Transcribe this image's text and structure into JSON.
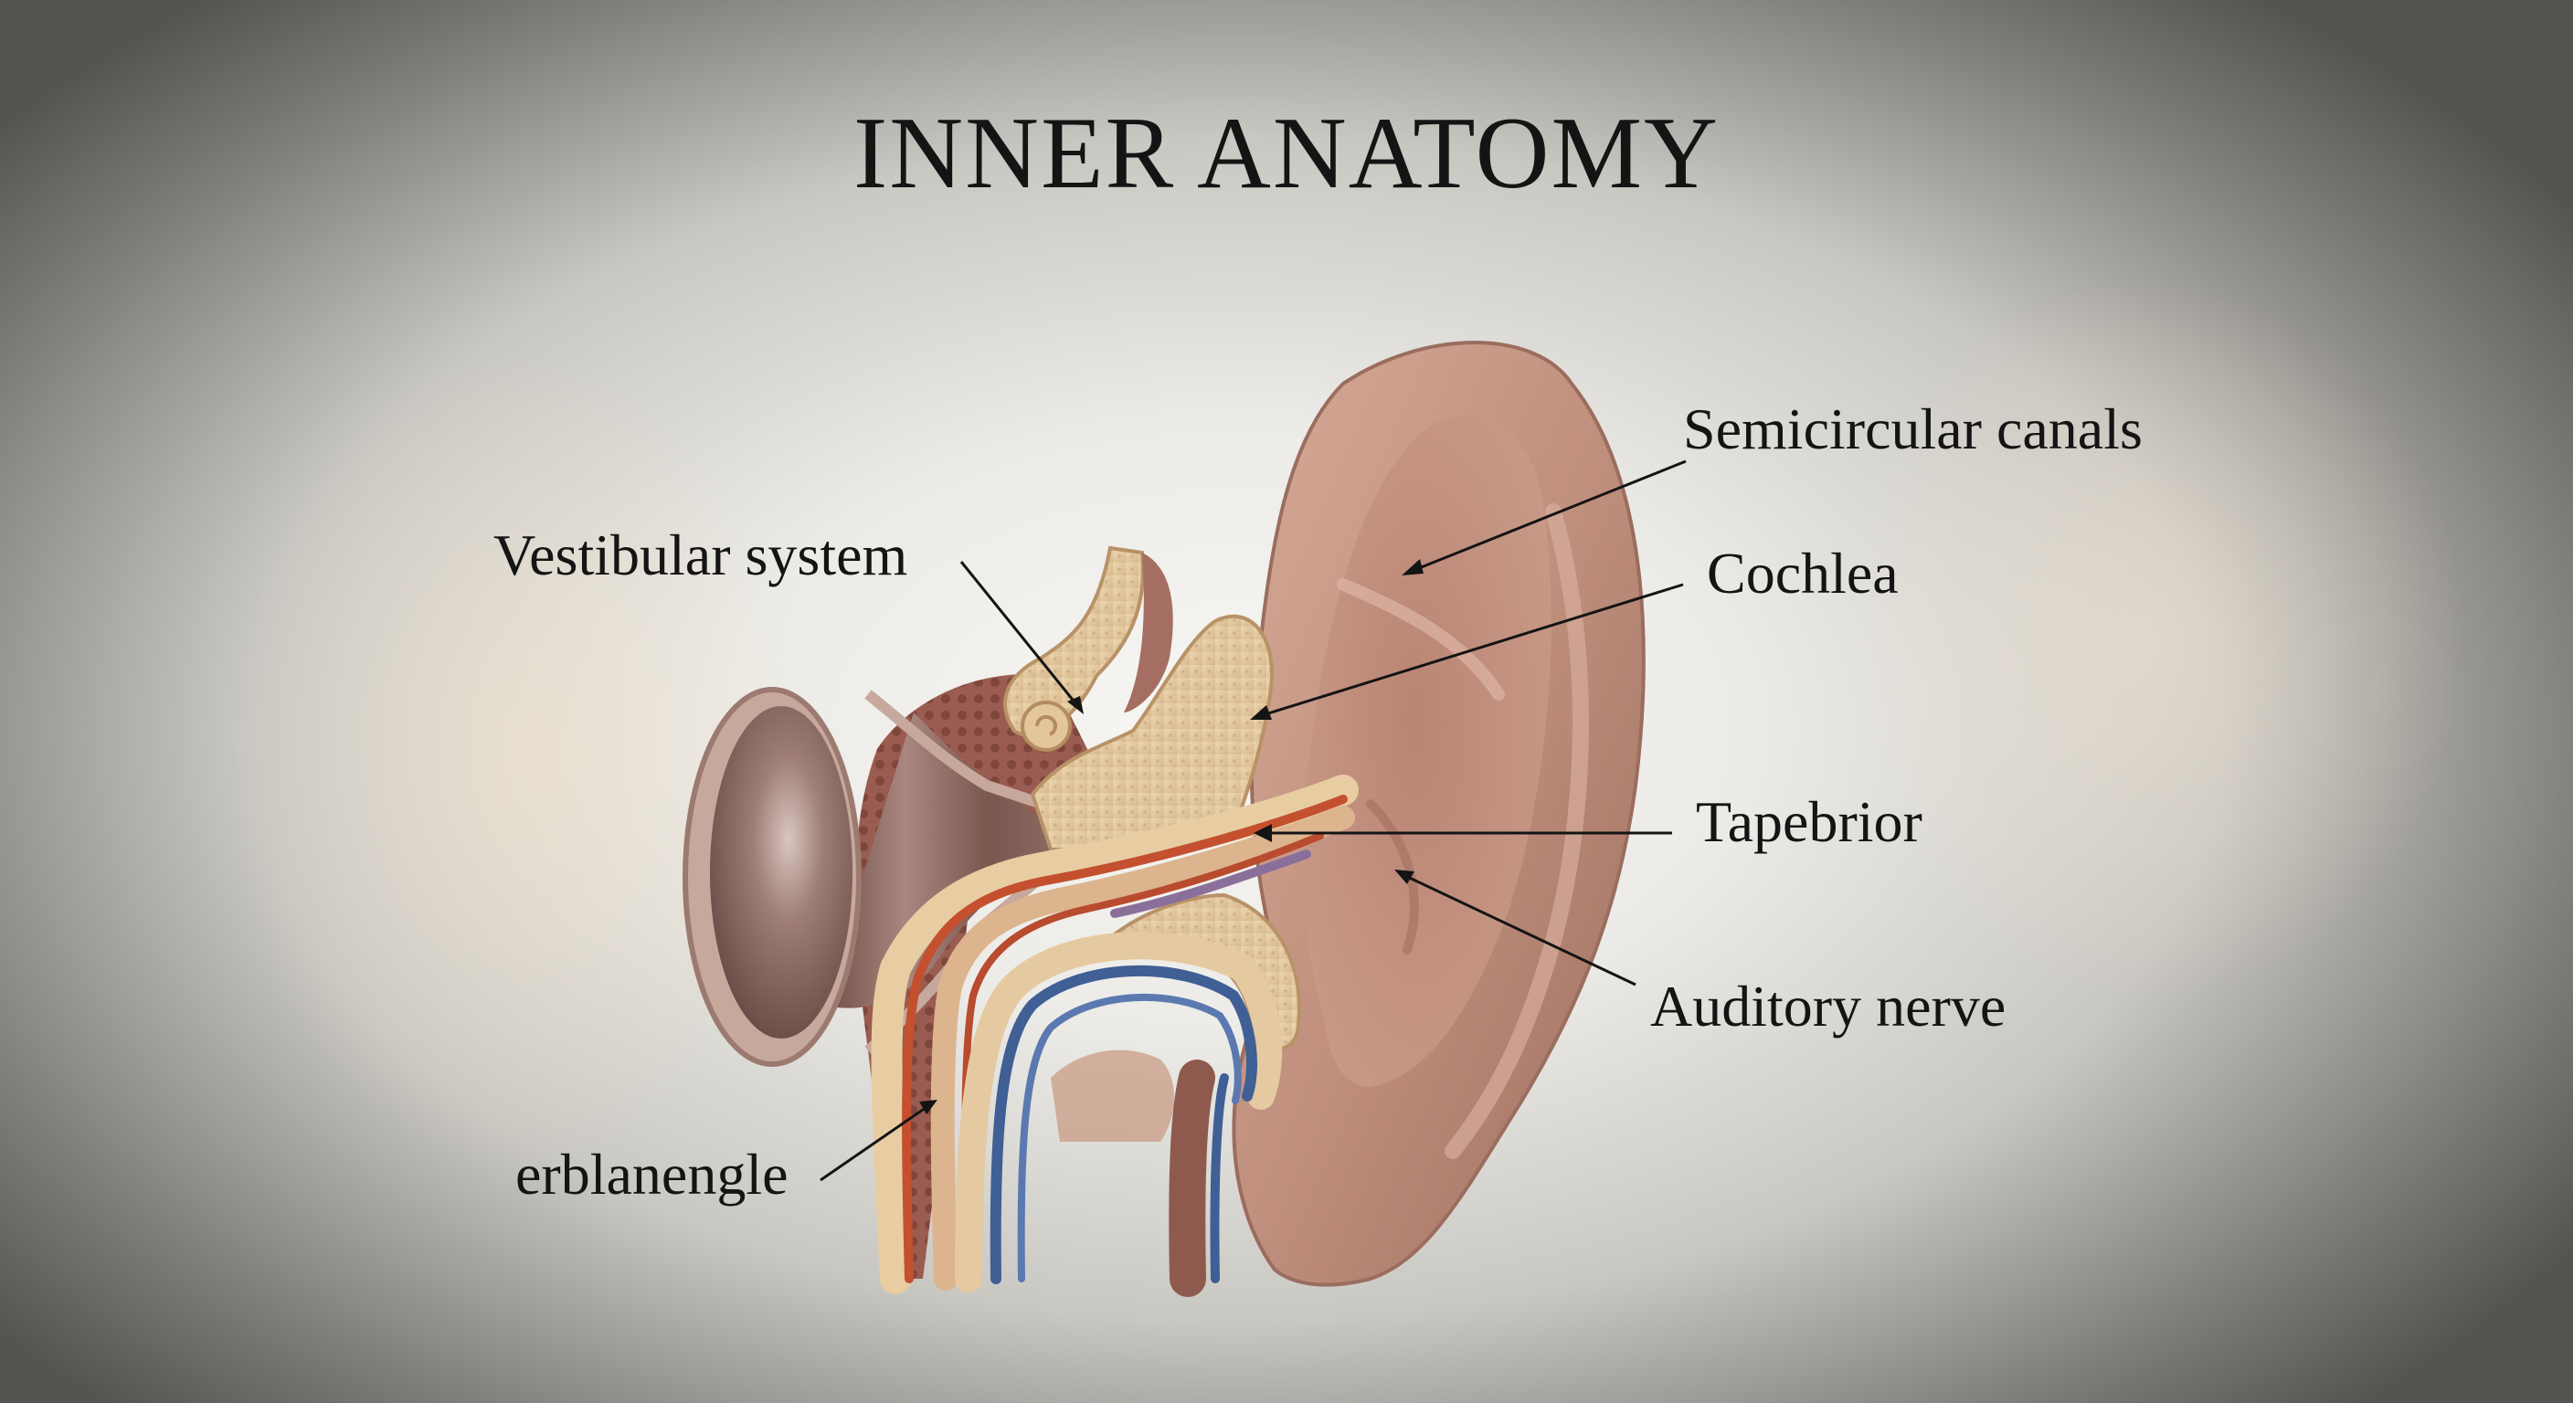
{
  "title": "INNER ANATOMY",
  "labels": {
    "semicircular_canals": "Semicircular canals",
    "cochlea": "Cochlea",
    "vestibular_system": "Vestibular system",
    "tapebrior": "Tapebrior",
    "auditory_nerve": "Auditory nerve",
    "erblanengle": "erblanengle"
  },
  "colors": {
    "skin": "#c08f7d",
    "bone": "#e7cfa6",
    "muscle": "#8b4f44",
    "artery": "#c4502f",
    "nerve": "#3f5f95",
    "label_text": "#141414"
  }
}
